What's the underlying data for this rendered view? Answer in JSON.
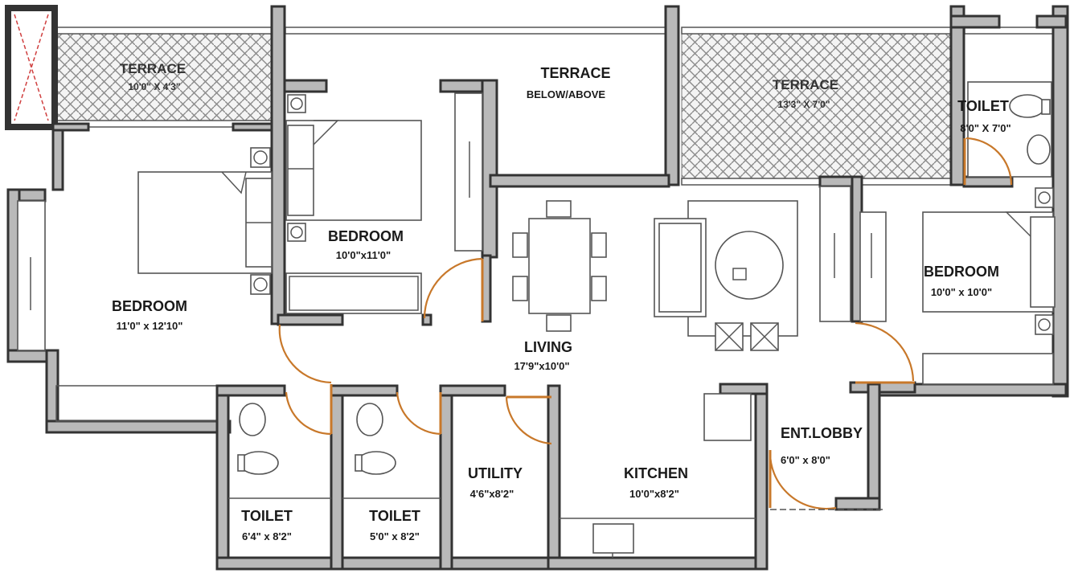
{
  "rooms": {
    "terrace_left": {
      "name": "TERRACE",
      "size": "10'0\" X 4'3\""
    },
    "terrace_middle": {
      "name": "TERRACE",
      "note": "BELOW/ABOVE"
    },
    "terrace_right": {
      "name": "TERRACE",
      "size": "13'3\" X 7'0\""
    },
    "toilet_top": {
      "name": "TOILET",
      "size": "8'0\" X 7'0\""
    },
    "bedroom_left": {
      "name": "BEDROOM",
      "size": "11'0\" x 12'10\""
    },
    "bedroom_middle": {
      "name": "BEDROOM",
      "size": "10'0\"x11'0\""
    },
    "bedroom_right": {
      "name": "BEDROOM",
      "size": "10'0\" x 10'0\""
    },
    "living": {
      "name": "LIVING",
      "size": "17'9\"x10'0\""
    },
    "toilet_1": {
      "name": "TOILET",
      "size": "6'4\" x 8'2\""
    },
    "toilet_2": {
      "name": "TOILET",
      "size": "5'0\" x 8'2\""
    },
    "utility": {
      "name": "UTILITY",
      "size": "4'6\"x8'2\""
    },
    "kitchen": {
      "name": "KITCHEN",
      "size": "10'0\"x8'2\""
    },
    "ent_lobby": {
      "name": "ENT.LOBBY",
      "size": "6'0\" x 8'0\""
    }
  },
  "colors": {
    "wall": "#b9b9b9",
    "door": "#c8782a",
    "hatch": "#8a8a8a"
  }
}
